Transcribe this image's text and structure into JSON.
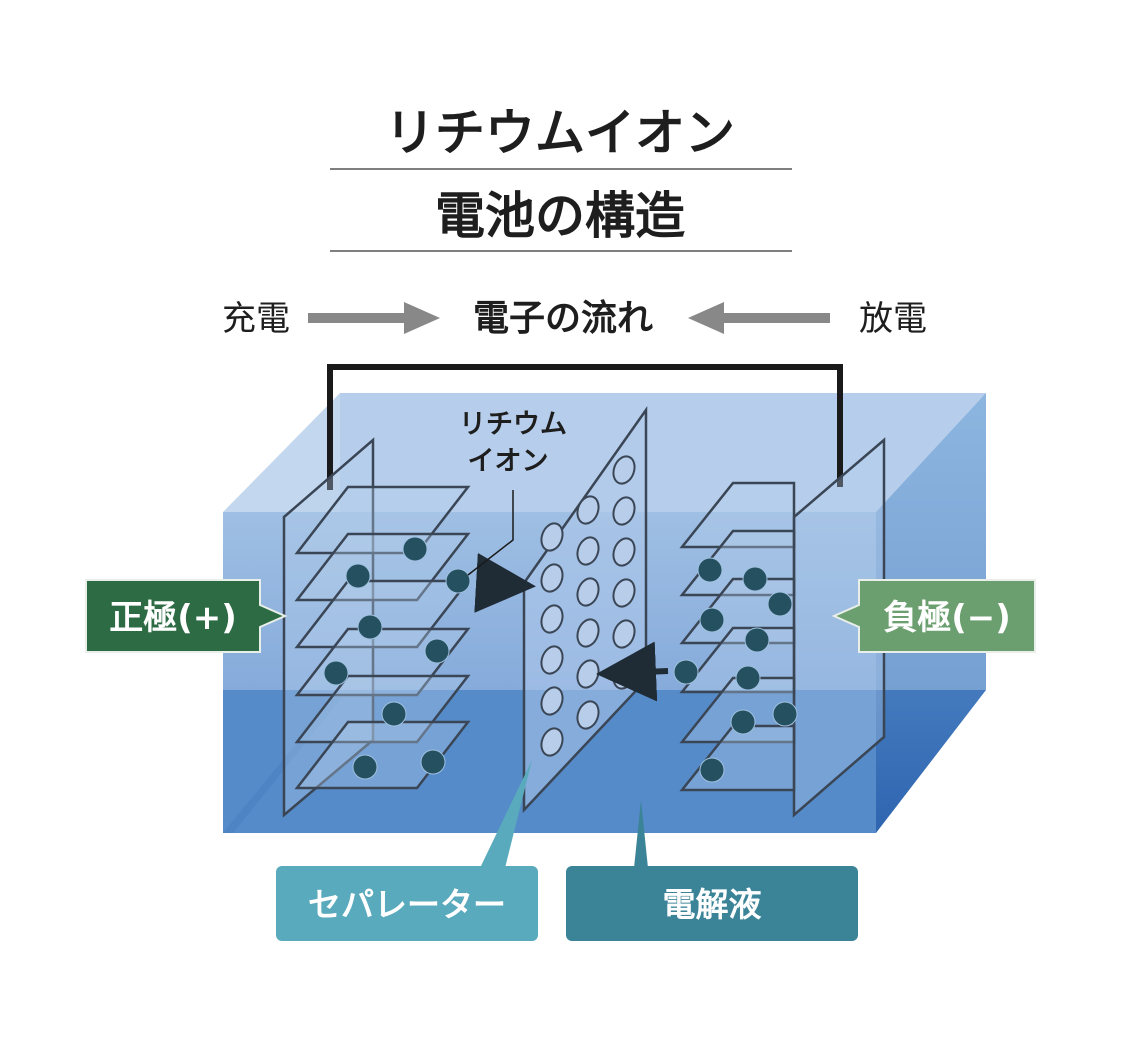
{
  "title": {
    "line1": "リチウムイオン",
    "line2": "電池の構造"
  },
  "flow": {
    "charge": "充電",
    "center": "電子の流れ",
    "discharge": "放電"
  },
  "ion_label": {
    "line1": "リチウム",
    "line2": "イオン"
  },
  "labels": {
    "positive": "正極(+)",
    "negative": "負極(−)",
    "separator": "セパレーター",
    "electrolyte": "電解液"
  },
  "colors": {
    "positive": "#2d6b45",
    "negative": "#6c9f6f",
    "separator": "#5aaabd",
    "electrolyte": "#3b8498",
    "ion": "#24505f"
  }
}
